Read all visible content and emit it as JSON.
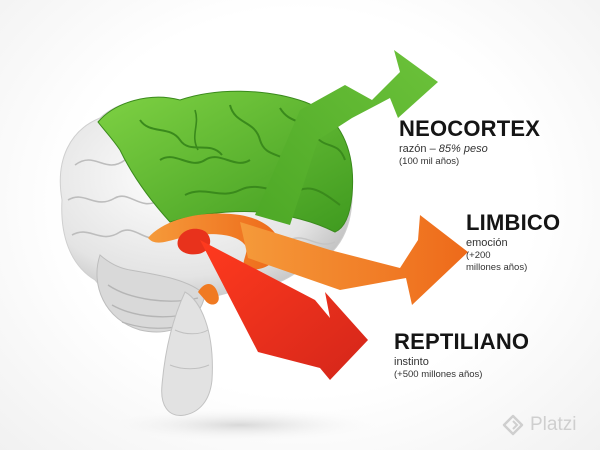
{
  "neocortex": {
    "title": "NEOCORTEX",
    "function": "razón",
    "dash": " – ",
    "weight": "85% peso",
    "age": "(100 mil años)",
    "color": "#5db832"
  },
  "limbico": {
    "title": "LIMBICO",
    "function": "emoción",
    "age_line1": "(+200",
    "age_line2": "millones años)",
    "color": "#f07a22"
  },
  "reptiliano": {
    "title": "REPTILIANO",
    "function": "instinto",
    "age": "(+500 millones años)",
    "color": "#e8321c"
  },
  "watermark": {
    "brand": "Platzi",
    "icon": "platzi-logo-icon"
  }
}
